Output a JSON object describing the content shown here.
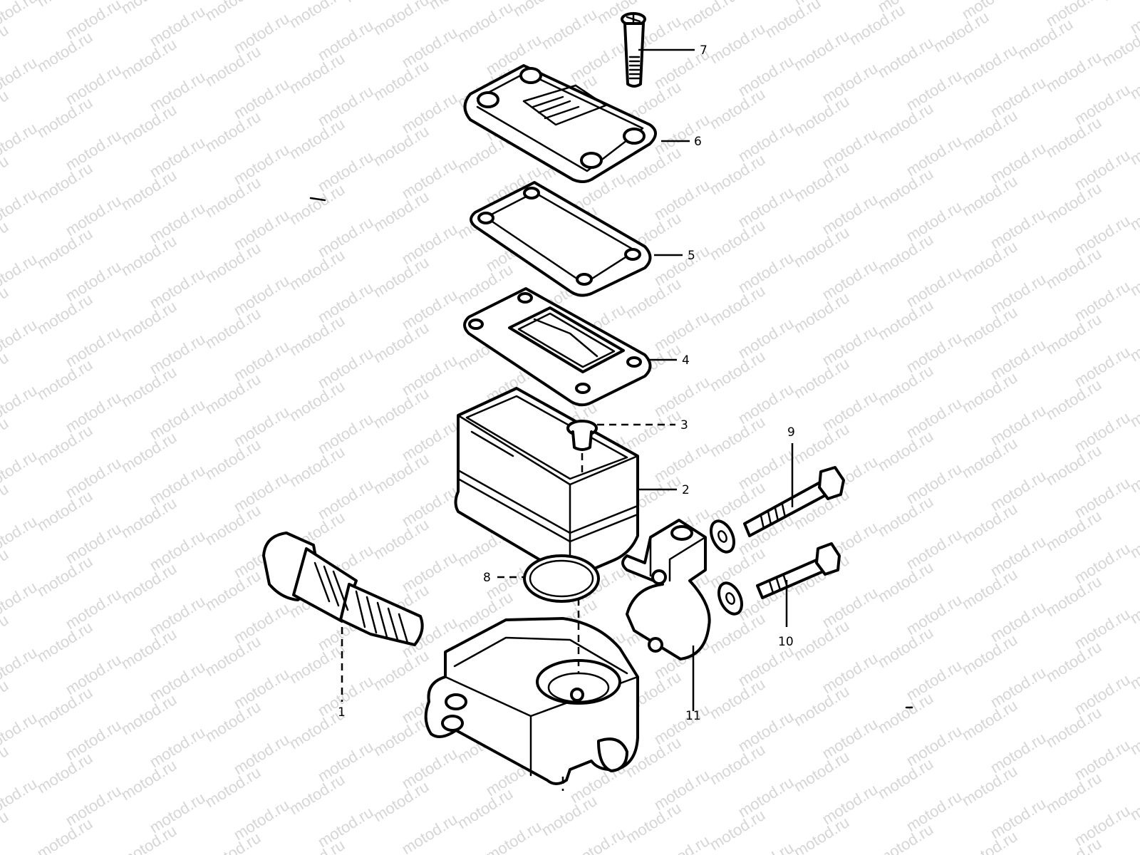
{
  "watermark": {
    "text": "motod.ru",
    "color": "#d6d6d6"
  },
  "callouts": [
    {
      "id": "1",
      "label": "1"
    },
    {
      "id": "2",
      "label": "2"
    },
    {
      "id": "3",
      "label": "3"
    },
    {
      "id": "4",
      "label": "4"
    },
    {
      "id": "5",
      "label": "5"
    },
    {
      "id": "6",
      "label": "6"
    },
    {
      "id": "7",
      "label": "7"
    },
    {
      "id": "8",
      "label": "8"
    },
    {
      "id": "9",
      "label": "9"
    },
    {
      "id": "10",
      "label": "10"
    },
    {
      "id": "11",
      "label": "11"
    }
  ],
  "parts": {
    "screw_top": "screw",
    "reservoir_cap": "cap",
    "diaphragm_plate": "plate",
    "diaphragm": "diaphragm",
    "reservoir_body": "reservoir",
    "oring": "o-ring",
    "piston_assembly": "piston",
    "clamp": "clamp",
    "bolt_upper": "bolt",
    "bolt_lower": "bolt",
    "master_cylinder_body": "body"
  }
}
